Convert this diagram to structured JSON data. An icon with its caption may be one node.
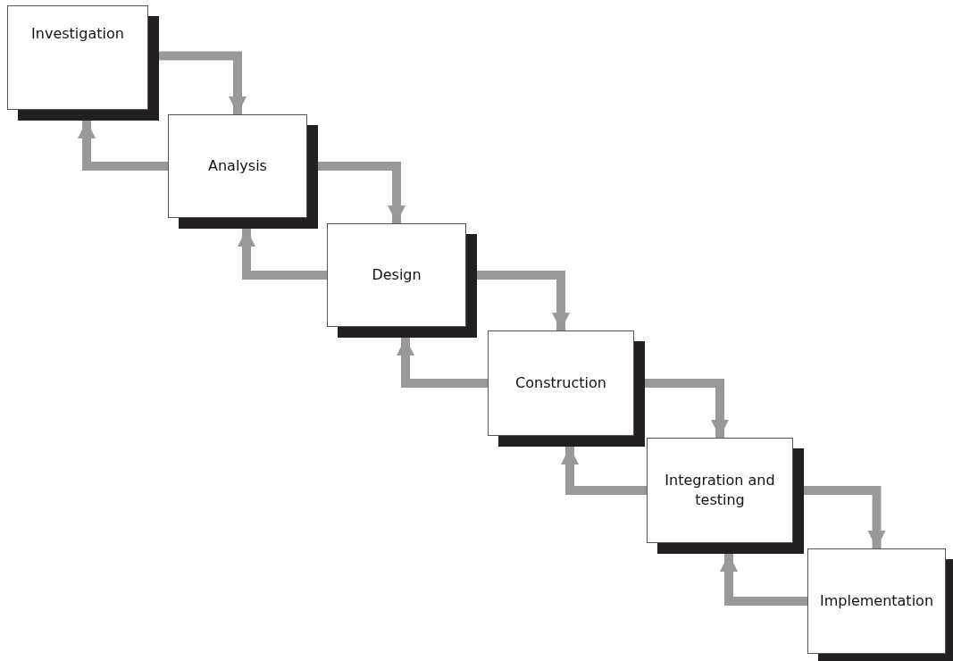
{
  "diagram": {
    "nodes": [
      {
        "text": [
          "Investigation"
        ]
      },
      {
        "text": [
          "Analysis"
        ]
      },
      {
        "text": [
          "Design"
        ]
      },
      {
        "text": [
          "Construction"
        ]
      },
      {
        "text": [
          "Integration and testing"
        ]
      },
      {
        "text": [
          "Implementation"
        ]
      }
    ],
    "edges": [
      {
        "from": 0,
        "to": 1,
        "arrow": "to"
      },
      {
        "from": 1,
        "to": 0,
        "arrow": "to"
      },
      {
        "from": 1,
        "to": 2,
        "arrow": "to"
      },
      {
        "from": 2,
        "to": 1,
        "arrow": "to"
      },
      {
        "from": 2,
        "to": 3,
        "arrow": "to"
      },
      {
        "from": 3,
        "to": 2,
        "arrow": "to"
      },
      {
        "from": 3,
        "to": 4,
        "arrow": "to"
      },
      {
        "from": 4,
        "to": 3,
        "arrow": "to"
      },
      {
        "from": 4,
        "to": 5,
        "arrow": "to"
      },
      {
        "from": 5,
        "to": 4,
        "arrow": "to"
      }
    ]
  }
}
